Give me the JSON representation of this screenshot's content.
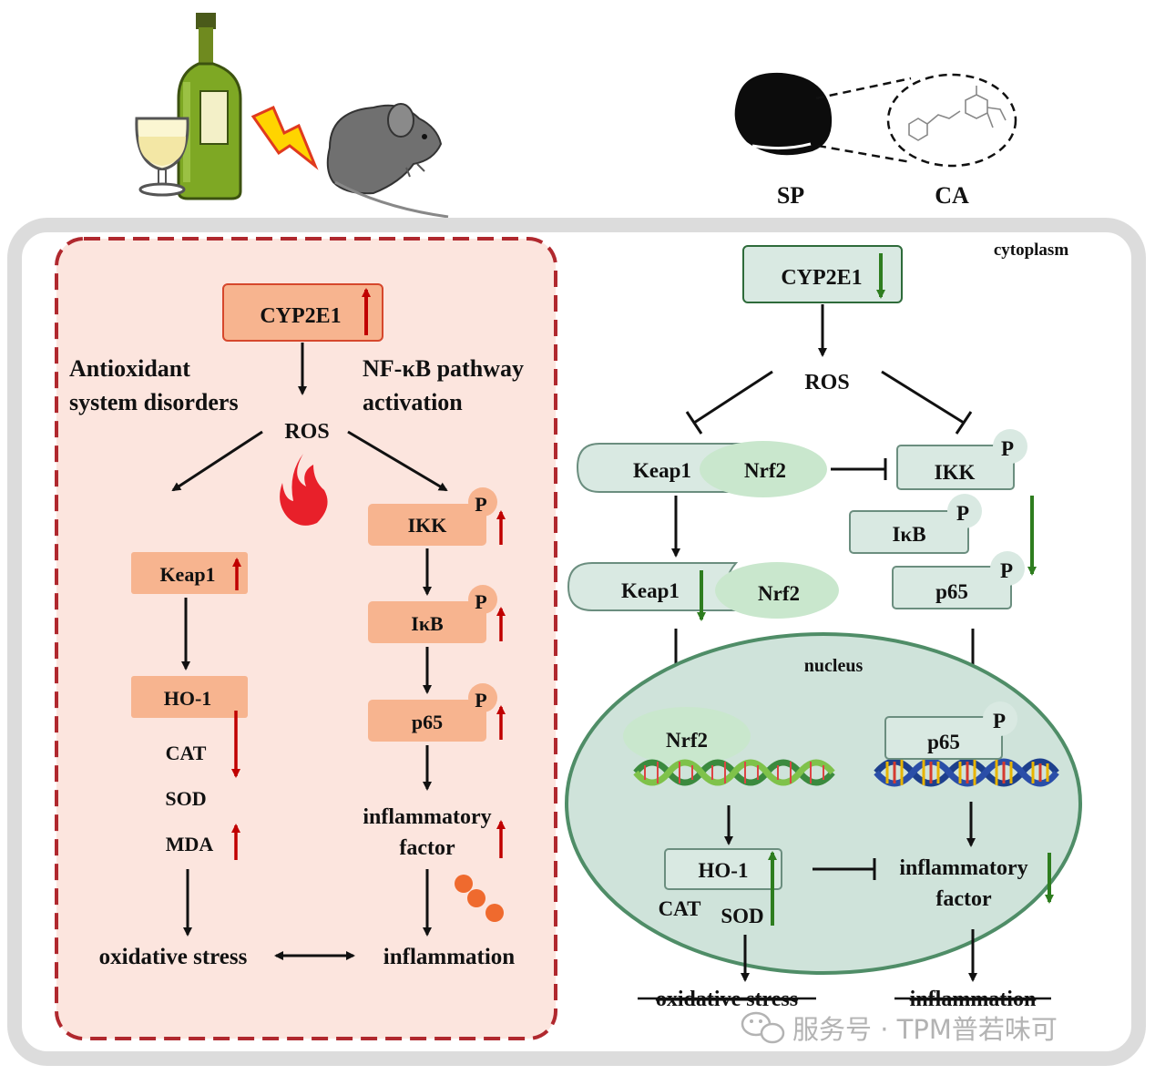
{
  "header": {
    "sp_label": "SP",
    "ca_label": "CA"
  },
  "cell": {
    "cytoplasm_label": "cytoplasm",
    "nucleus_label": "nucleus"
  },
  "alcohol_panel": {
    "cyp2e1": "CYP2E1",
    "antioxidant_line1": "Antioxidant",
    "antioxidant_line2": "system disorders",
    "nfkb_line1": "NF-κB pathway",
    "nfkb_line2": "activation",
    "ros": "ROS",
    "keap1": "Keap1",
    "ho1": "HO-1",
    "cat": "CAT",
    "sod": "SOD",
    "mda": "MDA",
    "ikk": "IKK",
    "ikb": "IκB",
    "p65": "p65",
    "phospho": "P",
    "inflam_factor_line1": "inflammatory",
    "inflam_factor_line2": "factor",
    "oxidative_stress": "oxidative stress",
    "inflammation": "inflammation"
  },
  "treatment_panel": {
    "cyp2e1": "CYP2E1",
    "ros": "ROS",
    "keap1_top": "Keap1",
    "nrf2_top": "Nrf2",
    "ikk": "IKK",
    "ikb": "IκB",
    "p65": "p65",
    "phospho": "P",
    "keap1_mid": "Keap1",
    "nrf2_mid": "Nrf2",
    "nrf2_nucleus": "Nrf2",
    "p65_nucleus": "p65",
    "ho1": "HO-1",
    "cat": "CAT",
    "sod": "SOD",
    "inflam_factor_line1": "inflammatory",
    "inflam_factor_line2": "factor",
    "oxidative_stress": "oxidative stress",
    "inflammation": "inflammation"
  },
  "watermark": {
    "text": "服务号 · TPM普若味可"
  },
  "colors": {
    "up_red": "#c00000",
    "down_green": "#2e7d1f",
    "alcohol_box": "#f7b48f",
    "treatment_box": "#d9e9e2",
    "dashed_border": "#b0282e",
    "cell_border": "#dcdcdc",
    "nucleus_fill": "#cfe3da"
  }
}
